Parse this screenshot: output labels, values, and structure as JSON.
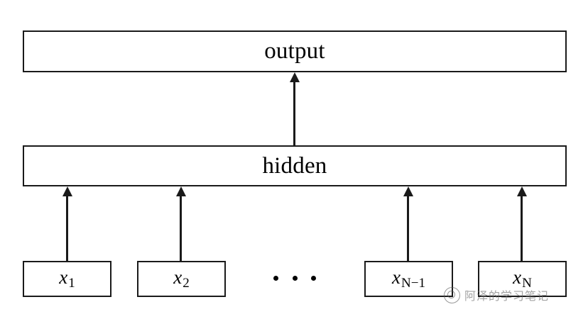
{
  "diagram": {
    "title": "neural-network-layer-diagram",
    "background_color": "#ffffff",
    "line_color": "#1a1a1a",
    "layers": [
      {
        "id": "output",
        "label": "output"
      },
      {
        "id": "hidden",
        "label": "hidden"
      }
    ],
    "inputs": [
      {
        "id": "x1",
        "base": "x",
        "sub": "1"
      },
      {
        "id": "x2",
        "base": "x",
        "sub": "2"
      },
      {
        "id": "xNm1",
        "base": "x",
        "sub": "N−1"
      },
      {
        "id": "xN",
        "base": "x",
        "sub": "N"
      }
    ],
    "ellipsis": {
      "label": "...",
      "dot_count": 3
    },
    "connections": {
      "hidden_to_output": {
        "label": "arrow-up"
      },
      "inputs_to_hidden": [
        {
          "label": "arrow-up"
        },
        {
          "label": "arrow-up"
        },
        {
          "label": "arrow-up"
        },
        {
          "label": "arrow-up"
        }
      ]
    }
  },
  "watermark": {
    "text": "阿泽的学习笔记",
    "logo_icon": "circle-logo-icon",
    "color": "#6b6b6b"
  }
}
